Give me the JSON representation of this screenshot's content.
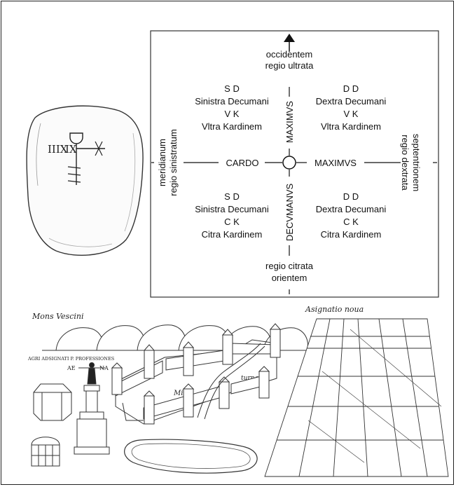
{
  "diagram": {
    "north_top": "occidentem",
    "north_bottom": "regio ultrata",
    "south_top": "regio citrata",
    "south_bottom": "orientem",
    "west_outer": "meridianum",
    "west_inner": "regio sinistratum",
    "east_outer": "septentrionem",
    "east_inner": "regio dextrata",
    "cardo": "CARDO",
    "maximus_east": "MAXIMVS",
    "maximus_north": "MAXIMVS",
    "decumanus": "DECVMANVS",
    "quadrants": {
      "nw": [
        "S D",
        "Sinistra Decumani",
        "V K",
        "Vltra Kardinem"
      ],
      "ne": [
        "D D",
        "Dextra Decumani",
        "V K",
        "Vltra Kardinem"
      ],
      "sw": [
        "S D",
        "Sinistra Decumani",
        "C K",
        "Citra Kardinem"
      ],
      "se": [
        "D D",
        "Dextra Decumani",
        "C K",
        "Citra Kardinem"
      ]
    }
  },
  "stone": {
    "left_numeral": "IIIX",
    "right_numeral": "IX"
  },
  "drawing": {
    "mons": "Mons Vescini",
    "assignatio": "Asignatio noua",
    "agri": "AGRI ADSIGNATI P. PROFESSIONES",
    "ae": "AE",
    "na": "NA",
    "min": "Min",
    "turnae": "turnae"
  }
}
